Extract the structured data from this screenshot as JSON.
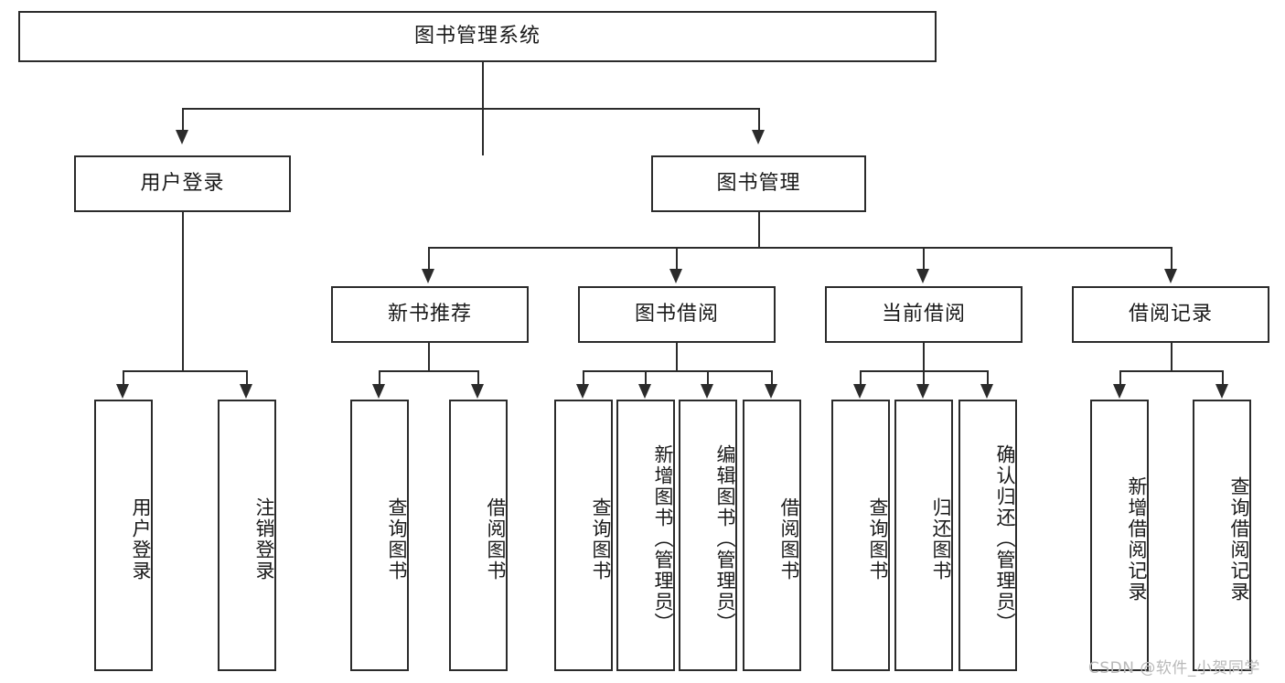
{
  "diagram": {
    "type": "tree-hierarchy-chart",
    "title": "图书管理系统",
    "background_color": "#ffffff",
    "line_color": "#2b2b2b",
    "text_color": "#1a1a1a",
    "nodes": {
      "root": {
        "label": "图书管理系统",
        "level": 1,
        "orientation": "horizontal"
      },
      "l2": [
        {
          "id": "user-login",
          "label": "用户登录",
          "level": 2,
          "orientation": "horizontal"
        },
        {
          "id": "book-manage",
          "label": "图书管理",
          "level": 2,
          "orientation": "horizontal"
        }
      ],
      "l3": [
        {
          "id": "new-book-recommend",
          "label": "新书推荐",
          "level": 3,
          "orientation": "horizontal",
          "parent": "book-manage"
        },
        {
          "id": "book-borrow",
          "label": "图书借阅",
          "level": 3,
          "orientation": "horizontal",
          "parent": "book-manage"
        },
        {
          "id": "current-borrow",
          "label": "当前借阅",
          "level": 3,
          "orientation": "horizontal",
          "parent": "book-manage"
        },
        {
          "id": "borrow-record",
          "label": "借阅记录",
          "level": 3,
          "orientation": "horizontal",
          "parent": "book-manage"
        }
      ],
      "leaves": [
        {
          "id": "leaf-user-login",
          "label": "用户登录",
          "parent": "user-login",
          "orientation": "vertical"
        },
        {
          "id": "leaf-user-logout",
          "label": "注销登录",
          "parent": "user-login",
          "orientation": "vertical"
        },
        {
          "id": "leaf-query-book-1",
          "label": "查询图书",
          "parent": "new-book-recommend",
          "orientation": "vertical"
        },
        {
          "id": "leaf-borrow-book-1",
          "label": "借阅图书",
          "parent": "new-book-recommend",
          "orientation": "vertical"
        },
        {
          "id": "leaf-query-book-2",
          "label": "查询图书",
          "parent": "book-borrow",
          "orientation": "vertical"
        },
        {
          "id": "leaf-add-book",
          "label": "新增图书（管理员）",
          "parent": "book-borrow",
          "orientation": "vertical"
        },
        {
          "id": "leaf-edit-book",
          "label": "编辑图书（管理员）",
          "parent": "book-borrow",
          "orientation": "vertical"
        },
        {
          "id": "leaf-borrow-book-2",
          "label": "借阅图书",
          "parent": "book-borrow",
          "orientation": "vertical"
        },
        {
          "id": "leaf-query-book-3",
          "label": "查询图书",
          "parent": "current-borrow",
          "orientation": "vertical"
        },
        {
          "id": "leaf-return-book",
          "label": "归还图书",
          "parent": "current-borrow",
          "orientation": "vertical"
        },
        {
          "id": "leaf-confirm-return",
          "label": "确认归还（管理员）",
          "parent": "current-borrow",
          "orientation": "vertical"
        },
        {
          "id": "leaf-add-record",
          "label": "新增借阅记录",
          "parent": "borrow-record",
          "orientation": "vertical"
        },
        {
          "id": "leaf-query-record",
          "label": "查询借阅记录",
          "parent": "borrow-record",
          "orientation": "vertical"
        }
      ]
    },
    "watermark": "CSDN @软件_小贺同学"
  }
}
